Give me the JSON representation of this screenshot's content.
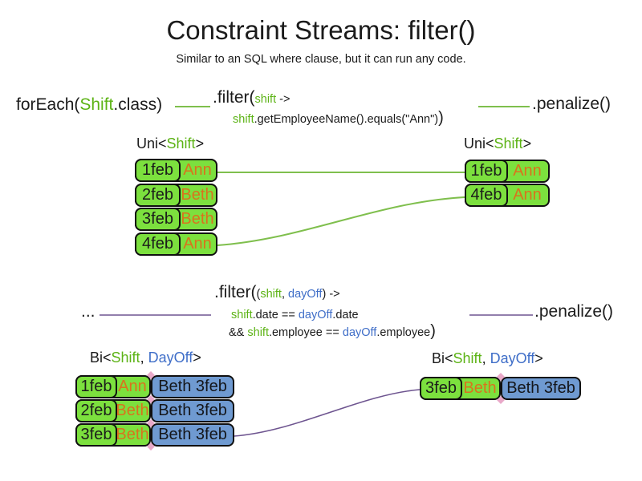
{
  "title": "Constraint Streams: filter()",
  "subtitle": "Similar to an SQL where clause, but it can run any code.",
  "colors": {
    "green_box": "#7ce03e",
    "green_text": "#5cb315",
    "green_line": "#7fbf4d",
    "orange_text": "#d9731d",
    "blue_box": "#6f9ad1",
    "blue_text": "#3f6ec8",
    "purple_line": "#6e5590",
    "diamond_pink": "#e9a9c9",
    "text": "#1b1b1b"
  },
  "code_top": {
    "foreach_pre": "forEach(",
    "foreach_class": "Shift",
    "foreach_post": ".class)",
    "filter_open": ".filter(",
    "filter_param": "shift",
    "filter_arrow": " ->",
    "filter_body_param": "shift",
    "filter_body": ".getEmployeeName().equals(\"Ann\")",
    "filter_close": ")",
    "penalize": ".penalize()"
  },
  "uni_type": {
    "pre": "Uni<",
    "param": "Shift",
    "post": ">"
  },
  "bi_type": {
    "pre": "Bi<",
    "param1": "Shift",
    "sep": ", ",
    "param2": "DayOff",
    "post": ">"
  },
  "code_bottom": {
    "source": "...",
    "filter_open": ".filter(",
    "p_open": "(",
    "param1": "shift",
    "sep": ", ",
    "param2": "dayOff",
    "p_close": ")",
    "arrow": " ->",
    "l2_shift": "shift",
    "l2_mid": ".date == ",
    "l2_dayoff": "dayOff",
    "l2_end": ".date",
    "l3_and": "&& ",
    "l3_shift": "shift",
    "l3_mid": ".employee == ",
    "l3_dayoff": "dayOff",
    "l3_end": ".employee",
    "close": ")",
    "penalize": ".penalize()"
  },
  "tables": {
    "top_left": {
      "rows": [
        {
          "date": "1feb",
          "name": "Ann"
        },
        {
          "date": "2feb",
          "name": "Beth"
        },
        {
          "date": "3feb",
          "name": "Beth"
        },
        {
          "date": "4feb",
          "name": "Ann"
        }
      ]
    },
    "top_right": {
      "rows": [
        {
          "date": "1feb",
          "name": "Ann"
        },
        {
          "date": "4feb",
          "name": "Ann"
        }
      ]
    },
    "bottom_left": {
      "rows": [
        {
          "date": "1feb",
          "name": "Ann",
          "dayoff": "Beth 3feb"
        },
        {
          "date": "2feb",
          "name": "Beth",
          "dayoff": "Beth 3feb"
        },
        {
          "date": "3feb",
          "name": "Beth",
          "dayoff": "Beth 3feb"
        }
      ]
    },
    "bottom_right": {
      "rows": [
        {
          "date": "3feb",
          "name": "Beth",
          "dayoff": "Beth 3feb"
        }
      ]
    }
  }
}
